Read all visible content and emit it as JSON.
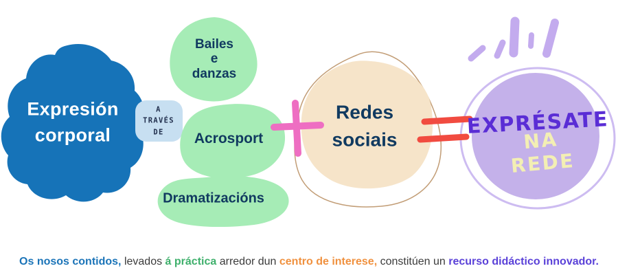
{
  "title": "Expresión corporal — mapa conceptual",
  "colors": {
    "blue_blob": "#1673b8",
    "green_blob": "#a6ecb6",
    "peach_blob": "#f6e4c9",
    "peach_outline": "#c29d76",
    "purple_blob": "#c4b1ea",
    "purple_ring": "#cdbcf1",
    "burst_rays": "#c3abee",
    "badge_bg": "#c7dff1",
    "badge_text": "#22304e",
    "navy_text": "#113a60",
    "white_text": "#ffffff",
    "plus_pink": "#ee6ec2",
    "equals_red": "#f14b40",
    "expresate_violet": "#5a2dd5",
    "narede_yellow": "#f3efb4",
    "footer_blue": "#1b74b8",
    "footer_green": "#3fb06c",
    "footer_orange": "#f0913f",
    "footer_purple": "#5a41d8",
    "footer_dark": "#3b3b3b"
  },
  "left_node": {
    "text": "Expresión\ncorporal"
  },
  "badge": {
    "text": "A\nTRAVÉS\nDE"
  },
  "nodes": [
    {
      "text": "Bailes\ne\ndanzas"
    },
    {
      "text": "Acrosport"
    },
    {
      "text": "Dramatizacións"
    }
  ],
  "operators": {
    "plus": "+",
    "equals": "="
  },
  "center_node": {
    "text": "Redes\nsociais"
  },
  "result_node": {
    "line1": "EXPRÉSATE",
    "line2": "NA REDE"
  },
  "footer": {
    "segments": [
      {
        "text": "Os nosos contidos,",
        "style": "blue"
      },
      {
        "text": " levados ",
        "style": "dark"
      },
      {
        "text": "á práctica",
        "style": "green"
      },
      {
        "text": " arredor dun ",
        "style": "dark"
      },
      {
        "text": "centro de interese,",
        "style": "orange"
      },
      {
        "text": " constitúen un ",
        "style": "dark"
      },
      {
        "text": "recurso didáctico innovador.",
        "style": "purple"
      }
    ]
  }
}
